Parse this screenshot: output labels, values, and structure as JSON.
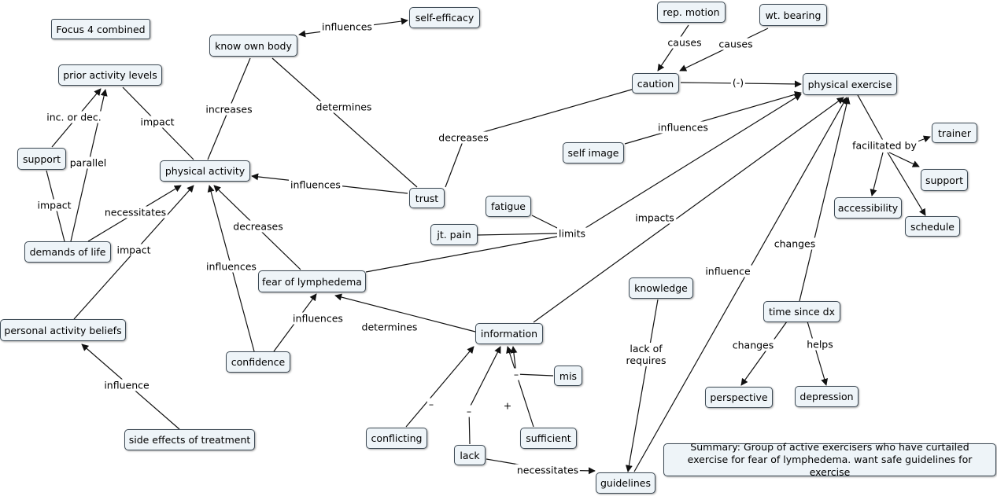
{
  "nodes": {
    "focus": "Focus 4 combined",
    "prior_activity": "prior activity levels",
    "support_left": "support",
    "demands_of_life": "demands of life",
    "physical_activity": "physical activity",
    "personal_beliefs": "personal activity beliefs",
    "side_effects": "side effects of treatment",
    "know_own_body": "know own body",
    "self_efficacy": "self-efficacy",
    "trust": "trust",
    "fear_lymphedema": "fear of lymphedema",
    "confidence": "confidence",
    "fatigue": "fatigue",
    "jt_pain": "jt. pain",
    "information": "information",
    "mis": "mis",
    "conflicting": "conflicting",
    "lack": "lack",
    "sufficient": "sufficient",
    "guidelines": "guidelines",
    "knowledge": "knowledge",
    "rep_motion": "rep. motion",
    "wt_bearing": "wt. bearing",
    "caution": "caution",
    "physical_exercise": "physical exercise",
    "self_image": "self image",
    "trainer": "trainer",
    "support_right": "support",
    "accessibility": "accessibility",
    "schedule": "schedule",
    "time_since_dx": "time since dx",
    "perspective": "perspective",
    "depression": "depression",
    "summary": "Summary: Group of active exercisers who have curtailed exercise for fear of lymphedema.  want safe guidelines for exercise"
  },
  "links": {
    "inc_or_dec": "inc. or dec.",
    "impact_prior": "impact",
    "parallel": "parallel",
    "impact_support": "impact",
    "necessitates_demands": "necessitates",
    "impact_beliefs": "impact",
    "influence_side": "influence",
    "influences_self_efficacy": "influences",
    "increases": "increases",
    "determines_trust": "determines",
    "influences_trust": "influences",
    "decreases_trust": "decreases",
    "decreases_fear": "decreases",
    "influences_confidence_pa": "influences",
    "influences_confidence_fear": "influences",
    "determines_info": "determines",
    "limits": "limits",
    "impacts": "impacts",
    "minus_conflicting": "–",
    "minus_lack": "–",
    "plus_sufficient": "+",
    "minus_mis": "–",
    "necessitates_lack": "necessitates",
    "lack_of_requires": "lack of\nrequires",
    "influence_guidelines": "influence",
    "causes_rep": "causes",
    "causes_wt": "causes",
    "neg_caution": "(-)",
    "influences_self_image": "influences",
    "facilitated_by": "facilitated by",
    "changes_time": "changes",
    "changes_perspective": "changes",
    "helps": "helps"
  }
}
